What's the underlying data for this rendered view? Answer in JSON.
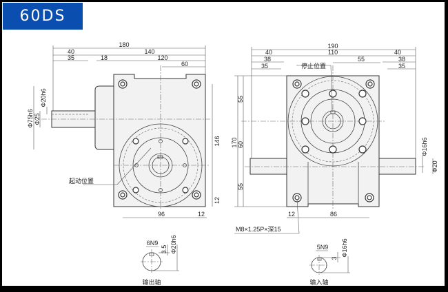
{
  "title": "60DS",
  "side_view": {
    "dims": {
      "overall": "180",
      "d40": "40",
      "d140": "140",
      "d35": "35",
      "d18": "18",
      "d120": "120",
      "d60": "60",
      "phi75": "Φ75h6",
      "phi25": "Φ25",
      "phi20": "Φ20h6",
      "h146": "146",
      "h12": "12",
      "w96": "96",
      "w12": "12"
    },
    "label_start": "起动位置"
  },
  "front_view": {
    "dims": {
      "overall": "190",
      "l40": "40",
      "d110": "110",
      "r40": "40",
      "l38": "38",
      "d55": "55",
      "r38": "38",
      "l35": "35",
      "r35": "35",
      "h170": "170",
      "h55a": "55",
      "h60": "60",
      "h55b": "55",
      "phi16": "Φ16h6",
      "phi20": "Φ20",
      "w12": "12",
      "w86": "86"
    },
    "label_stop": "停止位置",
    "thread_note": "M8×1.25P×深15"
  },
  "output_shaft": {
    "key": "6N9",
    "depth": "3.5",
    "dia": "Φ20h6",
    "label": "输出轴"
  },
  "input_shaft": {
    "key": "5N9",
    "depth": "3",
    "dia": "Φ16h6",
    "label": "输入轴"
  }
}
